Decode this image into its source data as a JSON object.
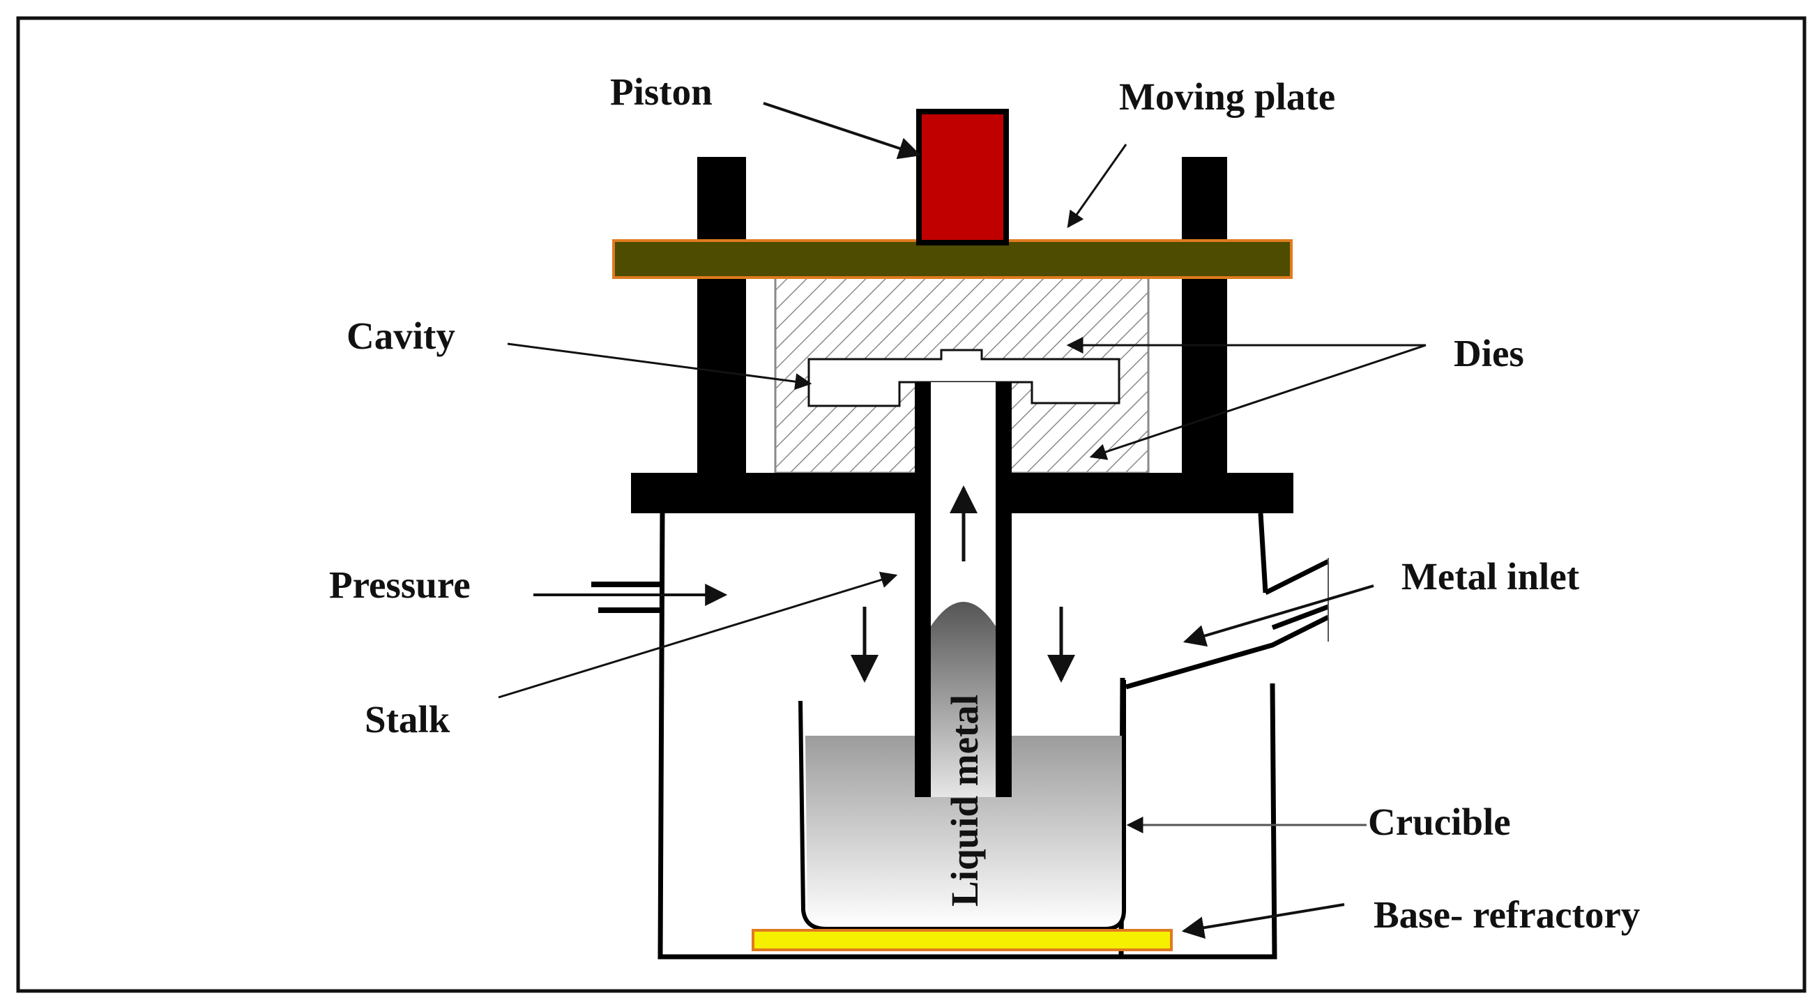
{
  "labels": {
    "piston": "Piston",
    "moving_plate": "Moving plate",
    "cavity": "Cavity",
    "dies": "Dies",
    "pressure": "Pressure",
    "stalk": "Stalk",
    "metal_inlet": "Metal inlet",
    "liquid_metal": "Liquid metal",
    "crucible": "Crucible",
    "base_refractory": "Base- refractory"
  },
  "colors": {
    "piston": "#c00000",
    "moving_plate": "#4d4c00",
    "moving_plate_border": "#e07b20",
    "base_refractory": "#f5f000",
    "base_refractory_border": "#e07b20",
    "frame": "#000000"
  }
}
